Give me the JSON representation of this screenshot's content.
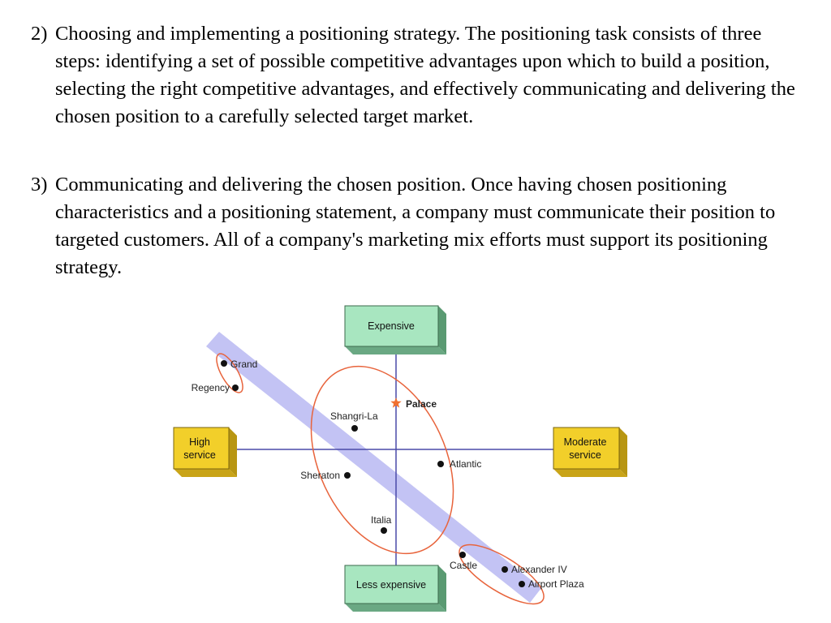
{
  "paragraphs": [
    {
      "number": "2)",
      "text": "Choosing and implementing a positioning strategy. The positioning task consists of three steps: identifying a set of possible competitive advantages upon which to build a position, selecting the right competitive advantages, and effectively communicating and delivering the chosen position to a carefully selected target market."
    },
    {
      "number": "3)",
      "text": "Communicating and delivering the chosen position. Once having chosen positioning characteristics and a positioning statement, a company must communicate their position to targeted customers. All of a company's marketing mix efforts must support its positioning strategy."
    }
  ],
  "diagram": {
    "axis_boxes": {
      "top": "Expensive",
      "bottom": "Less expensive",
      "left_line1": "High",
      "left_line2": "service",
      "right_line1": "Moderate",
      "right_line2": "service"
    },
    "hotels": [
      {
        "name": "Grand"
      },
      {
        "name": "Regency"
      },
      {
        "name": "Palace"
      },
      {
        "name": "Shangri-La"
      },
      {
        "name": "Atlantic"
      },
      {
        "name": "Sheraton"
      },
      {
        "name": "Italia"
      },
      {
        "name": "Castle"
      },
      {
        "name": "Alexander IV"
      },
      {
        "name": "Airport Plaza"
      }
    ],
    "colors": {
      "green_box": "#a8e6c0",
      "yellow_box": "#f2cf2a",
      "band": "#b8b8f2",
      "ellipse": "#e8643c",
      "axis": "#4a4aa8",
      "star": "#f07030"
    }
  }
}
